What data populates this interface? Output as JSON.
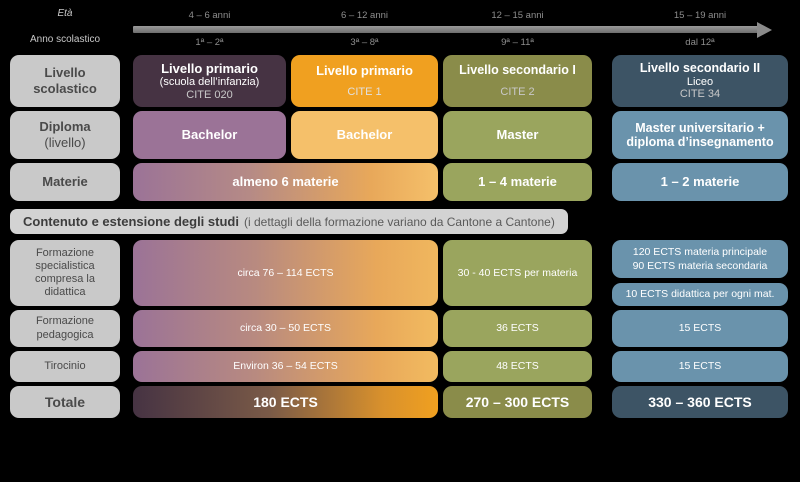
{
  "header": {
    "row_labels": {
      "age": "Età",
      "school_year": "Anno scolastico"
    },
    "columns": [
      {
        "age": "4 – 6 anni",
        "year": "1ª – 2ª"
      },
      {
        "age": "6 – 12 anni",
        "year": "3ª – 8ª"
      },
      {
        "age": "12 – 15 anni",
        "year": "9ª – 11ª"
      },
      {
        "age": "15 – 19 anni",
        "year": "dal 12ª"
      }
    ]
  },
  "sidebar": {
    "items": [
      {
        "label": "Livello scolastico",
        "line1": "Livello",
        "line2": "scolastico"
      },
      {
        "label": "Diploma (livello)",
        "line1": "Diploma",
        "line2": "(livello)"
      },
      {
        "label": "Materie",
        "line1": "Materie",
        "line2": ""
      }
    ],
    "lower_items": [
      {
        "label": "Formazione specialistica compresa la didattica",
        "lines": [
          "Formazione",
          "specialistica",
          "compresa la",
          "didattica"
        ]
      },
      {
        "label": "Formazione pedagogica",
        "lines": [
          "Formazione",
          "pedagogica"
        ]
      },
      {
        "label": "Tirocinio",
        "lines": [
          "Tirocinio"
        ]
      },
      {
        "label": "Totale",
        "lines": [
          "Totale"
        ]
      }
    ]
  },
  "banner": {
    "title": "Contenuto e estensione degli studi",
    "note": "(i dettagli della formazione variano da Cantone a Cantone)"
  },
  "rows": {
    "school_level": [
      {
        "title": "Livello primario",
        "subtitle": "(scuola dell’infanzia)",
        "cite": "CITE 020"
      },
      {
        "title": "Livello primario",
        "subtitle": "",
        "cite": "CITE 1"
      },
      {
        "title": "Livello secondario I",
        "subtitle": "",
        "cite": "CITE 2"
      },
      {
        "title": "Livello secondario II",
        "subtitle": "Liceo",
        "cite": "CITE 34"
      }
    ],
    "diploma": [
      {
        "text": "Bachelor"
      },
      {
        "text": "Bachelor"
      },
      {
        "text": "Master"
      },
      {
        "text": "Master universitario + diploma d’insegnamento"
      }
    ],
    "subjects": [
      {
        "text": "almeno 6 materie"
      },
      {
        "text": "1 – 4 materie"
      },
      {
        "text": "1 – 2 materie"
      }
    ],
    "specialist": [
      {
        "text": "circa 76 – 114 ECTS"
      },
      {
        "text": "30 - 40 ECTS per materia"
      },
      {
        "text": "120 ECTS materia principale\n90 ECTS materia secondaria"
      },
      {
        "text": "10 ECTS didattica per ogni mat."
      }
    ],
    "pedagogic": [
      {
        "text": "circa 30 – 50 ECTS"
      },
      {
        "text": "36 ECTS"
      },
      {
        "text": "15 ECTS"
      }
    ],
    "internship": [
      {
        "text": "Environ 36 – 54 ECTS"
      },
      {
        "text": "48 ECTS"
      },
      {
        "text": "15 ECTS"
      }
    ],
    "total": [
      {
        "text": "180 ECTS"
      },
      {
        "text": "270 – 300 ECTS"
      },
      {
        "text": "330 – 360 ECTS"
      }
    ]
  },
  "colors": {
    "kindergarten_dark": "#463343",
    "kindergarten_mid": "#9b7397",
    "primary_orange": "#f0a020",
    "primary_orange_light": "#f5c06a",
    "secondary1_dark": "#8a8c4a",
    "secondary1_mid": "#9aa55e",
    "secondary2_dark": "#3d5465",
    "secondary2_mid": "#6a93ac",
    "sidebar_grey": "#c9c9c9",
    "background": "#000000"
  }
}
